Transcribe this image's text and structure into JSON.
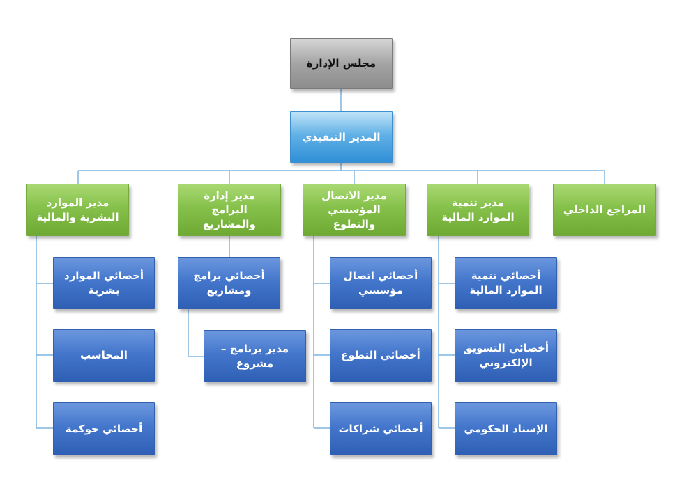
{
  "board": {
    "label": "مجلس الإدارة"
  },
  "ceo": {
    "label": "المدير التنفيذي"
  },
  "departments": [
    {
      "label": "مدير الموارد البشرية والمالية"
    },
    {
      "label": "مدير إدارة البرامج والمشاريع"
    },
    {
      "label": "مدير الاتصال المؤسسي والتطوع"
    },
    {
      "label": "مدير تنمية الموارد المالية"
    },
    {
      "label": "المراجع الداخلي"
    }
  ],
  "staff": {
    "hr_finance": [
      {
        "label": "أخصائي الموارد بشرية"
      },
      {
        "label": "المحاسب"
      },
      {
        "label": "أخصائي حوكمة"
      }
    ],
    "programs": [
      {
        "label": "أخصائي برامج ومشاريع"
      },
      {
        "label": "مدير برنامج – مشروع"
      }
    ],
    "communication": [
      {
        "label": "أخصائي اتصال مؤسسي"
      },
      {
        "label": "أخصائي التطوع"
      },
      {
        "label": "أخصائي شراكات"
      }
    ],
    "resource_development": [
      {
        "label": "أخصائي تنمية الموارد المالية"
      },
      {
        "label": "أخصائي التسويق الإلكتروني"
      },
      {
        "label": "الإسناد الحكومي"
      }
    ]
  },
  "colors": {
    "board": "#a6a6a6",
    "ceo": "#5aaee6",
    "department": "#86c14b",
    "staff": "#4477cc",
    "connector": "#7fb3de"
  }
}
